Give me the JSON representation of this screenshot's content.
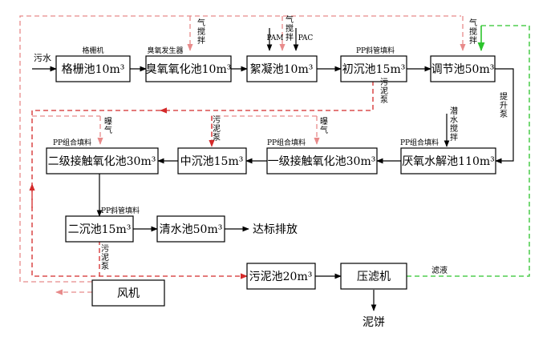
{
  "boxes": {
    "grille": "格栅池10m³",
    "ozone": "臭氧氧化池10m³",
    "coag": "絮凝池10m³",
    "primary": "初沉池15m³",
    "equal": "调节池50m³",
    "anaerobic": "厌氧水解池110m³",
    "contact1": "一级接触氧化池30m³",
    "mid": "中沉池15m³",
    "contact2": "二级接触氧化池30m³",
    "secondary": "二沉池15m³",
    "clear": "清水池50m³",
    "sludge": "污泥池20m³",
    "press": "压滤机",
    "blower": "风机"
  },
  "labels": {
    "inflow": "污水",
    "grille_equip": "格栅机",
    "ozone_gen": "臭氧发生器",
    "pp_incline_1": "PP斜管填料",
    "pp_combo_1": "PP组合填料",
    "pp_combo_2": "PP组合填料",
    "pp_combo_3": "PP组合填料",
    "pp_incline_2": "PP斜管填料",
    "pam": "PAM",
    "pac": "PAC",
    "discharge": "达标排放",
    "filtrate": "滤液",
    "cake": "泥饼"
  },
  "vlabels": {
    "air_stir_1": "气搅拌",
    "air_stir_2": "气搅拌",
    "air_stir_3": "气搅拌",
    "sludge_pump_1": "污泥泵",
    "sludge_pump_2": "污泥泵",
    "sludge_pump_3": "污泥泵",
    "lift_pump": "提升泵",
    "sub_stir": "潜水搅拌",
    "aeration_1": "曝气",
    "aeration_2": "曝气"
  },
  "colors": {
    "air_line": "#e88a8a",
    "sludge_line": "#d42a2a",
    "filtrate_line": "#2cc42c"
  }
}
